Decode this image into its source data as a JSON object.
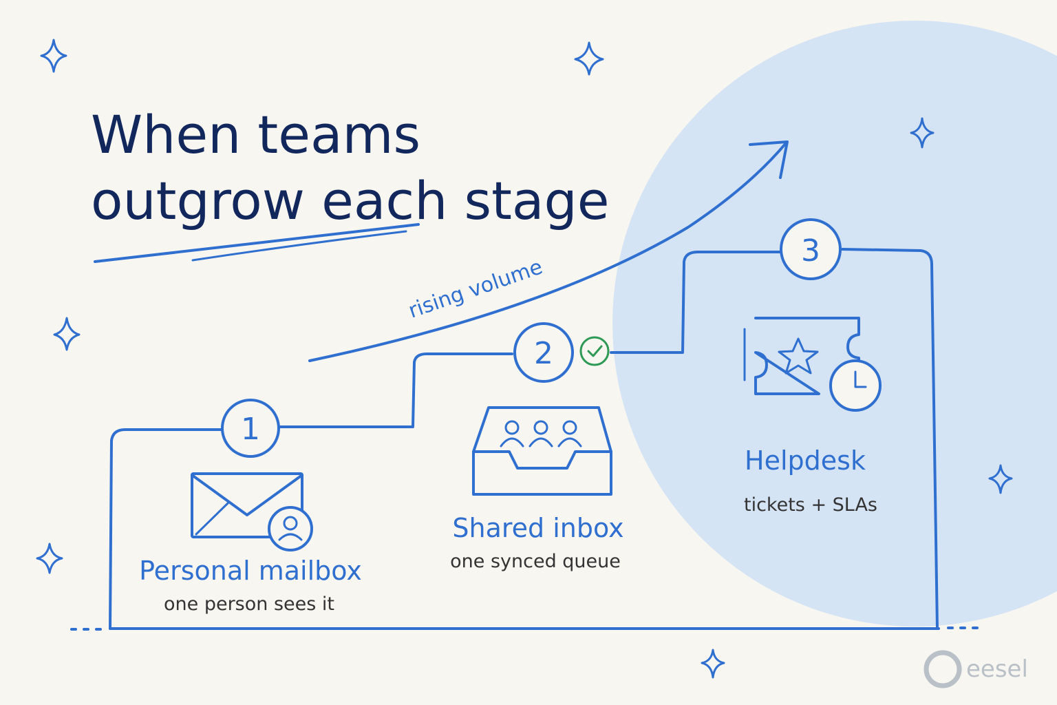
{
  "title": {
    "line1": "When teams",
    "line2": "outgrow each stage"
  },
  "trend_label": "rising volume",
  "stages": [
    {
      "number": "1",
      "name": "Personal mailbox",
      "description": "one person sees it",
      "icon": "envelope-user-icon"
    },
    {
      "number": "2",
      "name": "Shared inbox",
      "description": "one synced queue",
      "icon": "shared-inbox-tray-icon",
      "badge_icon": "check-circle-icon"
    },
    {
      "number": "3",
      "name": "Helpdesk",
      "description": "tickets + SLAs",
      "icon": "ticket-clock-icon"
    }
  ],
  "brand": {
    "logo_text": "eesel"
  },
  "colors": {
    "accent": "#2f6fcf",
    "title": "#12285c",
    "background": "#f7f6f1",
    "circle": "#cfe0f5",
    "check": "#2e9a55"
  }
}
